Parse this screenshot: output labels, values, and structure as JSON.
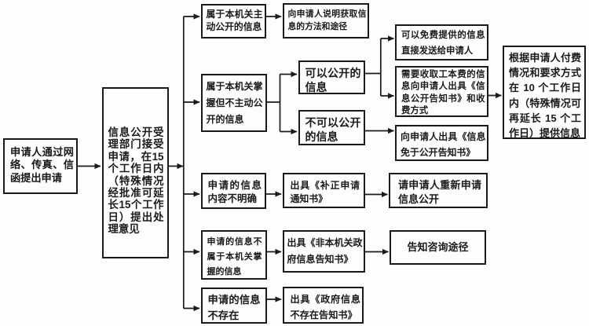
{
  "colors": {
    "background": "#fdfdfd",
    "ink": "#1a1a1a",
    "box_fill": "#fdfdfd"
  },
  "flowchart": {
    "description": "Government information disclosure application process flowchart",
    "boxes": {
      "apply": {
        "lines": [
          "申请人通过网",
          "络、传真、信",
          "函提出申请"
        ]
      },
      "accept": {
        "lines": [
          "信息公开受",
          "理部门接受",
          "申请，在15",
          "个工作日内",
          "（特殊情况",
          "经批准可延",
          "长15个工作",
          "日）提出处",
          "理意见"
        ]
      },
      "proactive": {
        "lines": [
          "属于本机关主",
          "动公开的信息"
        ]
      },
      "explain": {
        "lines": [
          "向申请人说明获取信",
          "息的方法和途径"
        ]
      },
      "held": {
        "lines": [
          "属于本机关掌",
          "握但不主动公",
          "开的信息"
        ]
      },
      "publicok": {
        "lines": [
          "可以公开的",
          "信息"
        ]
      },
      "publicno": {
        "lines": [
          "不可以公开",
          "的信息"
        ]
      },
      "free": {
        "lines": [
          "可以免费提供的信息",
          "直接发送给申请人"
        ]
      },
      "fee": {
        "lines": [
          "需要收取工本费的信",
          "息向申请人出具《信",
          "息公开告知书》和收",
          "费方式"
        ]
      },
      "exempt": {
        "lines": [
          "向申请人出具《信息",
          "免于公开告知书》"
        ]
      },
      "provide": {
        "lines": [
          "根据申请人付费",
          "情况和要求方式",
          "在 10 个工作日",
          "内（特殊情况可",
          "再延长 15 个工",
          "作日）提供信息"
        ]
      },
      "unclear": {
        "lines": [
          "申请的信息",
          "内容不明确"
        ]
      },
      "amend": {
        "lines": [
          "出具《补正申请",
          "通知书》"
        ]
      },
      "reapply": {
        "lines": [
          "请申请人重新申请",
          "信息公开"
        ]
      },
      "nothold": {
        "lines": [
          "申请的信息不",
          "属于本机关掌",
          "握的信息"
        ]
      },
      "notgov": {
        "lines": [
          "出具《非本机关政",
          "府信息告知书》"
        ]
      },
      "advise": {
        "lines": [
          "告知咨询途径"
        ]
      },
      "notexist": {
        "lines": [
          "申请的信息",
          "不存在"
        ]
      },
      "nenotice": {
        "lines": [
          "出具《政府信息",
          "不存在告知书》"
        ]
      }
    }
  }
}
